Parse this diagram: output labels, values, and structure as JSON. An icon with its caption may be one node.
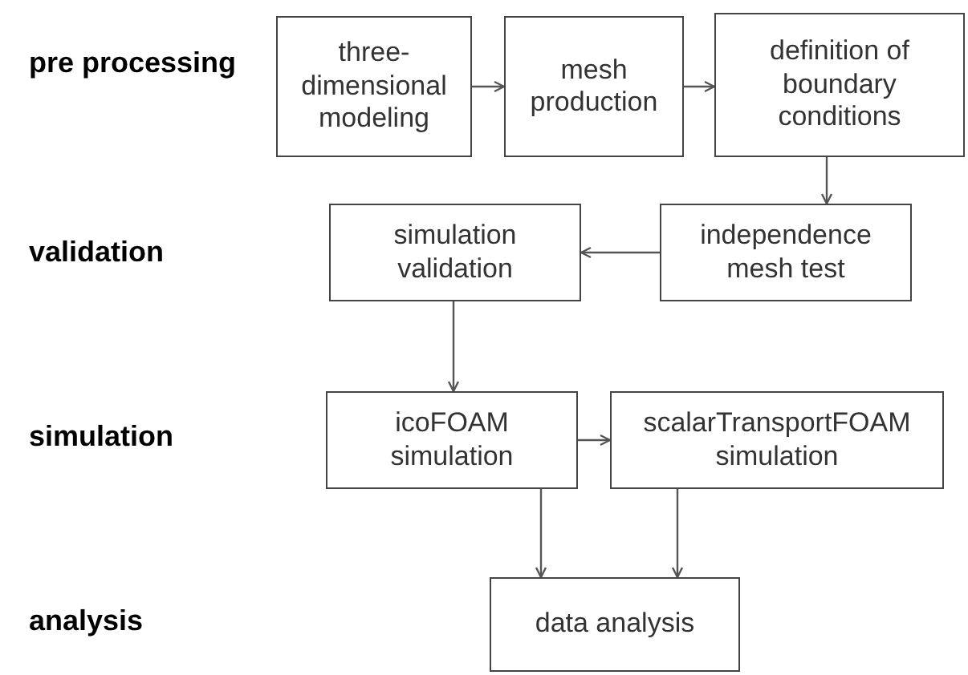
{
  "diagram": {
    "nodes": [
      {
        "text": [
          "three-dimensional modeling"
        ]
      },
      {
        "text": [
          "mesh production"
        ]
      },
      {
        "text": [
          "definition of boundary conditions"
        ]
      },
      {
        "text": [
          "independence mesh test"
        ]
      },
      {
        "text": [
          "simulation validation"
        ]
      },
      {
        "text": [
          "icoFOAM simulation"
        ]
      },
      {
        "text": [
          "scalarTransportFOAM simulation"
        ]
      },
      {
        "text": [
          "data analysis"
        ]
      }
    ],
    "edges": [
      {
        "from": 0,
        "to": 1,
        "arrow": "to"
      },
      {
        "from": 1,
        "to": 2,
        "arrow": "to"
      },
      {
        "from": 2,
        "to": 3,
        "arrow": "to"
      },
      {
        "from": 3,
        "to": 4,
        "arrow": "to"
      },
      {
        "from": 4,
        "to": 5,
        "arrow": "to"
      },
      {
        "from": 5,
        "to": 6,
        "arrow": "to"
      },
      {
        "from": 5,
        "to": 7,
        "arrow": "to"
      },
      {
        "from": 6,
        "to": 7,
        "arrow": "to"
      }
    ],
    "labels": [
      "pre processing",
      "validation",
      "simulation",
      "analysis"
    ]
  }
}
